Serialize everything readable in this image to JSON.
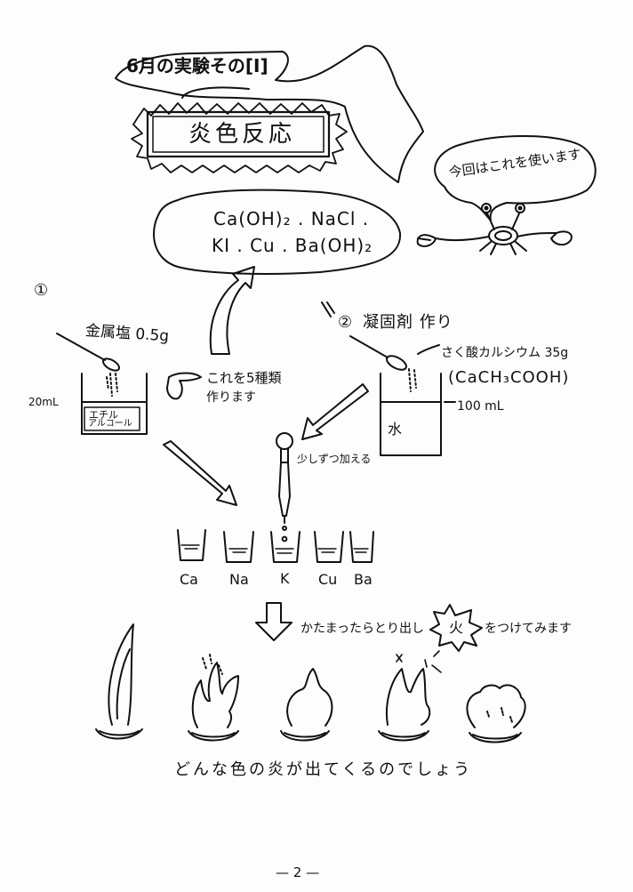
{
  "header": {
    "experiment_title": "6月の実験その[I]"
  },
  "title_box": {
    "title": "炎色反応"
  },
  "crab_speech": {
    "text": "今回はこれを使います"
  },
  "chemicals": {
    "line1": "Ca(OH)₂ . NaCl .",
    "line2": "KI . Cu . Ba(OH)₂"
  },
  "step1": {
    "number": "①",
    "label": "金属塩 0.5g",
    "volume": "20mL",
    "beaker_label_line1": "エチル",
    "beaker_label_line2": "アルコール",
    "note_line1": "これを5種類",
    "note_line2": "作ります"
  },
  "step2": {
    "number": "②",
    "title": "凝固剤 作り",
    "reagent": "さく酸カルシウム 35g",
    "formula": "(CaCH₃COOH)",
    "volume": "100 mL",
    "water_label": "水"
  },
  "dropper_note": "少しずつ加える",
  "cups": {
    "labels": [
      "Ca",
      "Na",
      "K",
      "Cu",
      "Ba"
    ]
  },
  "remove_note": "かたまったらとり出し",
  "fire_word": "火",
  "ignite_note": "をつけてみます",
  "conclusion": "どんな色の炎が出てくるのでしょう",
  "page_number": "— 2 —"
}
